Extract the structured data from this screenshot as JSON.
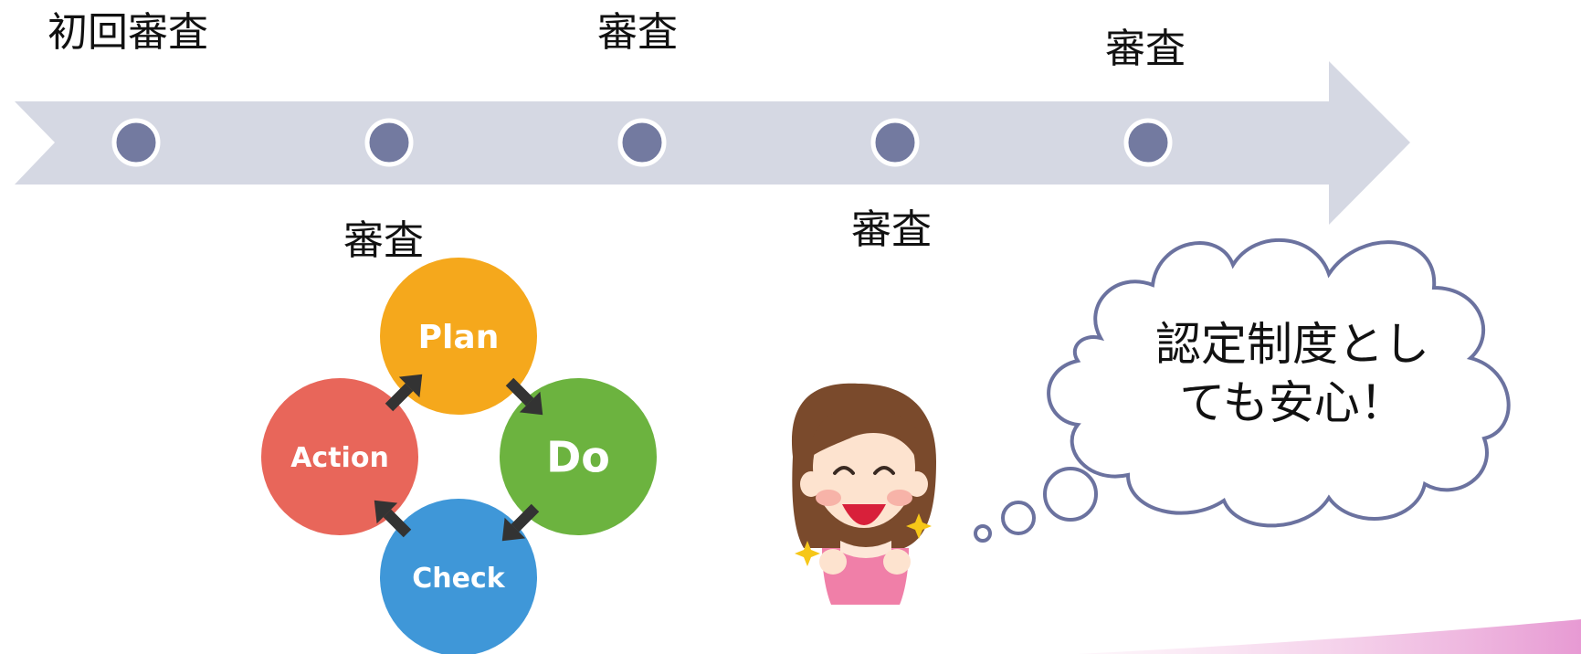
{
  "timeline": {
    "stages": [
      {
        "label": "初回審査",
        "position": "above"
      },
      {
        "label": "審査",
        "position": "below"
      },
      {
        "label": "審査",
        "position": "above"
      },
      {
        "label": "審査",
        "position": "below"
      },
      {
        "label": "審査",
        "position": "above"
      }
    ],
    "colors": {
      "arrow": "#d5d8e3",
      "marker": "#737aa0",
      "marker_ring": "#ffffff"
    }
  },
  "pdca": {
    "steps": [
      {
        "label": "Plan",
        "color": "#f5a81c"
      },
      {
        "label": "Do",
        "color": "#6cb33f"
      },
      {
        "label": "Check",
        "color": "#3f97d8"
      },
      {
        "label": "Action",
        "color": "#e8665a"
      }
    ]
  },
  "thought_bubble": {
    "lines": [
      "認定制度とし",
      "ても安心！"
    ],
    "outline_color": "#6b729f"
  }
}
